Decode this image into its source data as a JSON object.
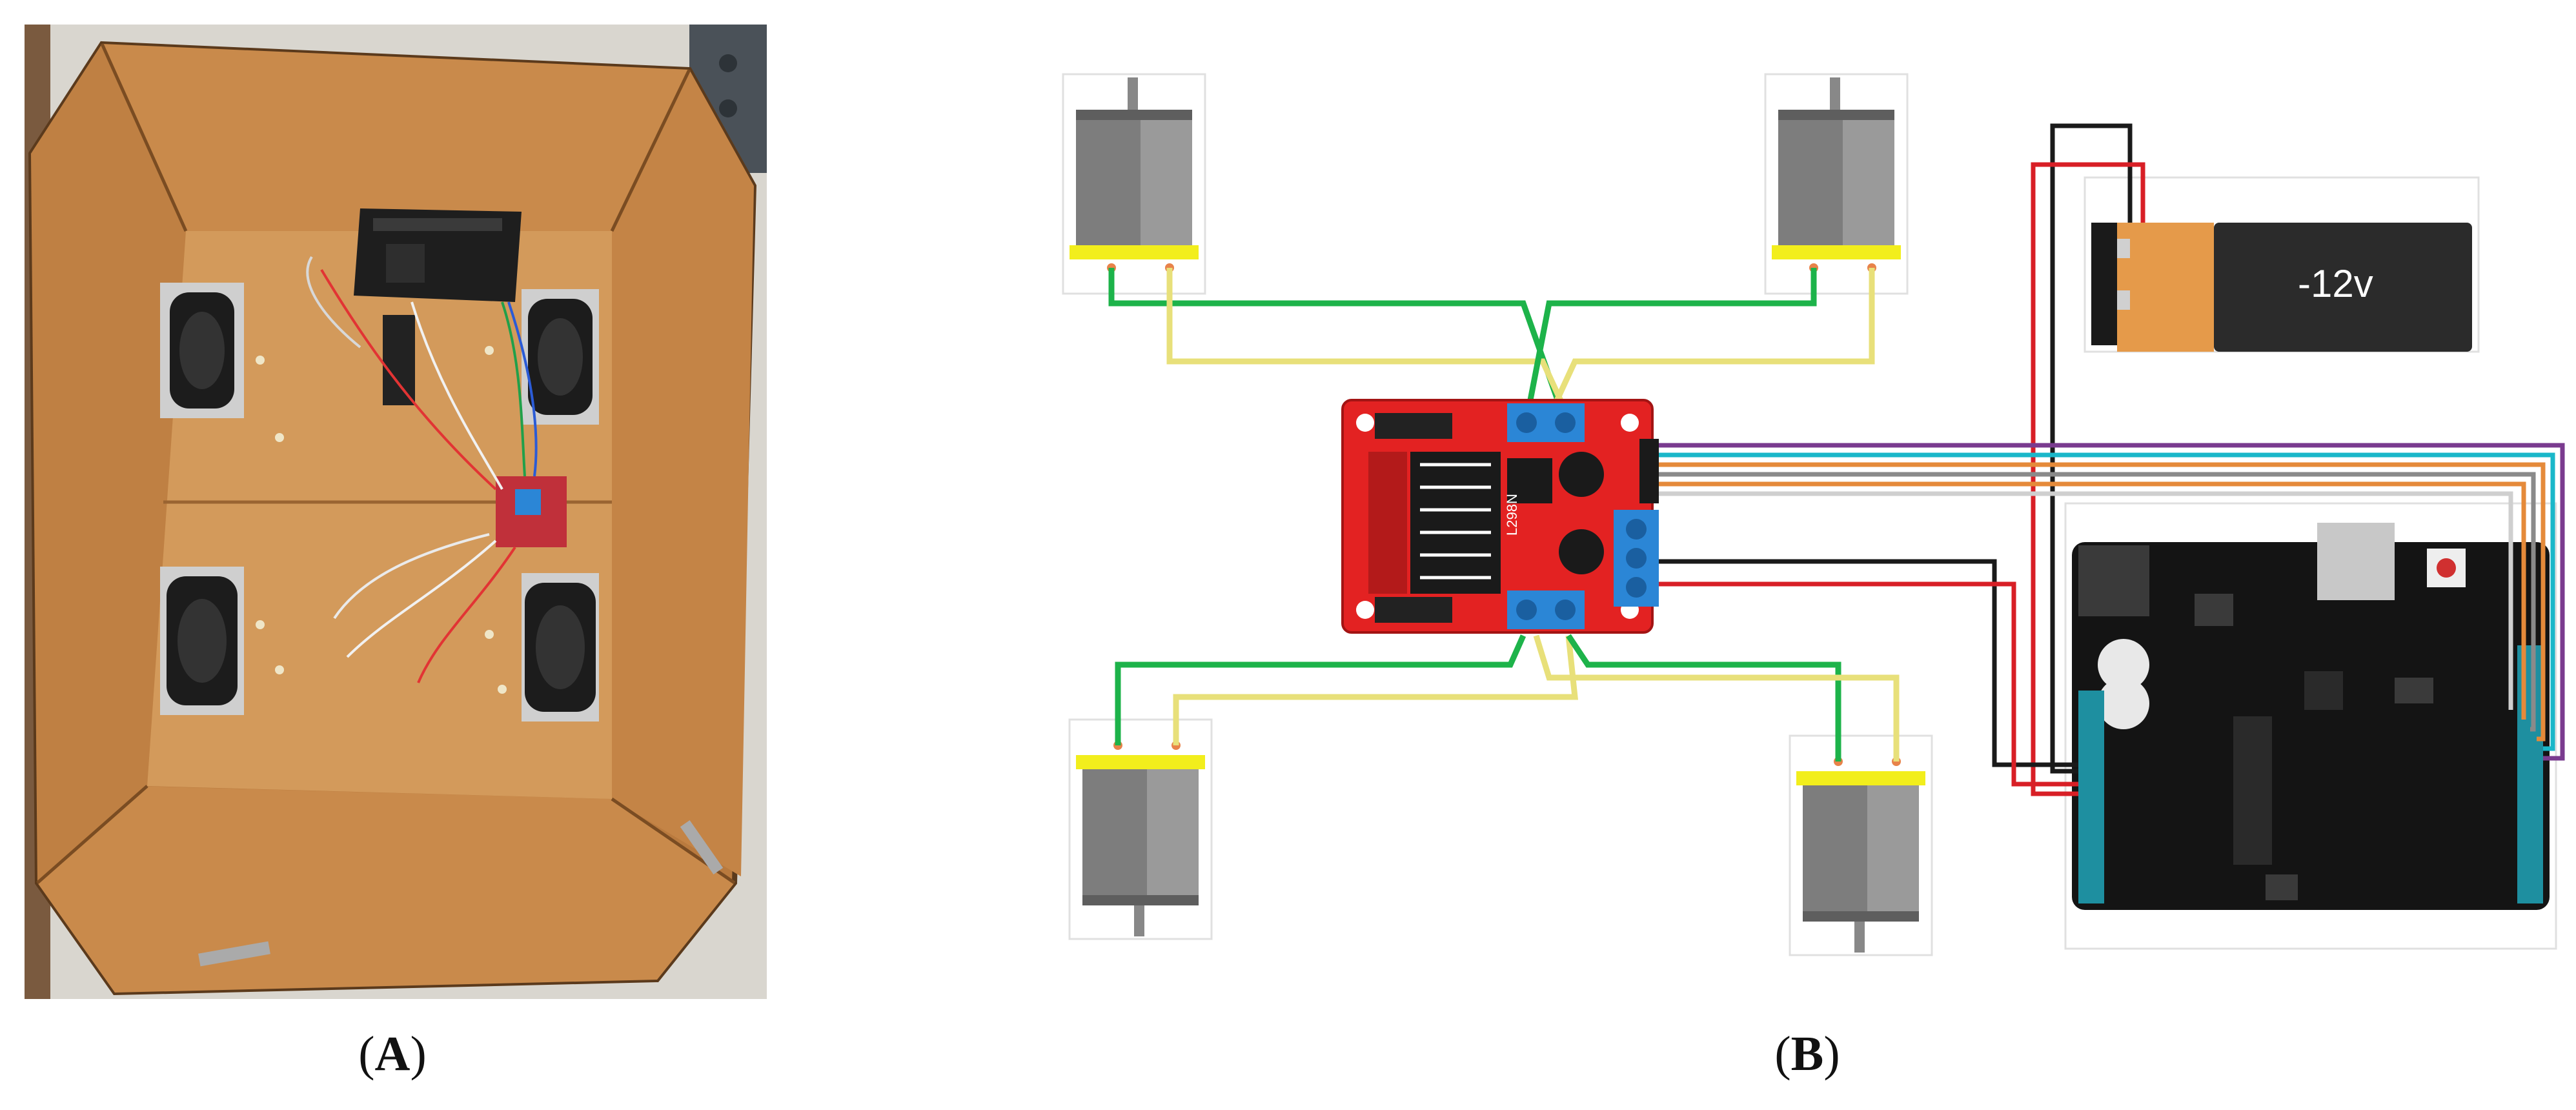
{
  "captions": {
    "panel_a": "A",
    "panel_b": "B"
  },
  "battery": {
    "label": "-12v"
  },
  "driver_board": {
    "label": "L298N"
  },
  "colors": {
    "cardboard": "#c98a4b",
    "cardboard_dark": "#8a5a2b",
    "board_red": "#e32222",
    "terminal_blue": "#2b86d6",
    "arduino_black": "#141414",
    "wire_green": "#1db34a",
    "wire_yellow": "#e8e07a",
    "wire_black": "#1a1a1a",
    "wire_red": "#d81f26",
    "motor_gray": "#7d7d7d",
    "motor_band": "#f2ee1c",
    "battery_orange": "#e59a4a"
  },
  "icons": {
    "motor": "dc-motor-icon",
    "battery": "battery-icon",
    "driver": "motor-driver-icon",
    "arduino": "arduino-board-icon",
    "wheel": "wheel-icon"
  }
}
